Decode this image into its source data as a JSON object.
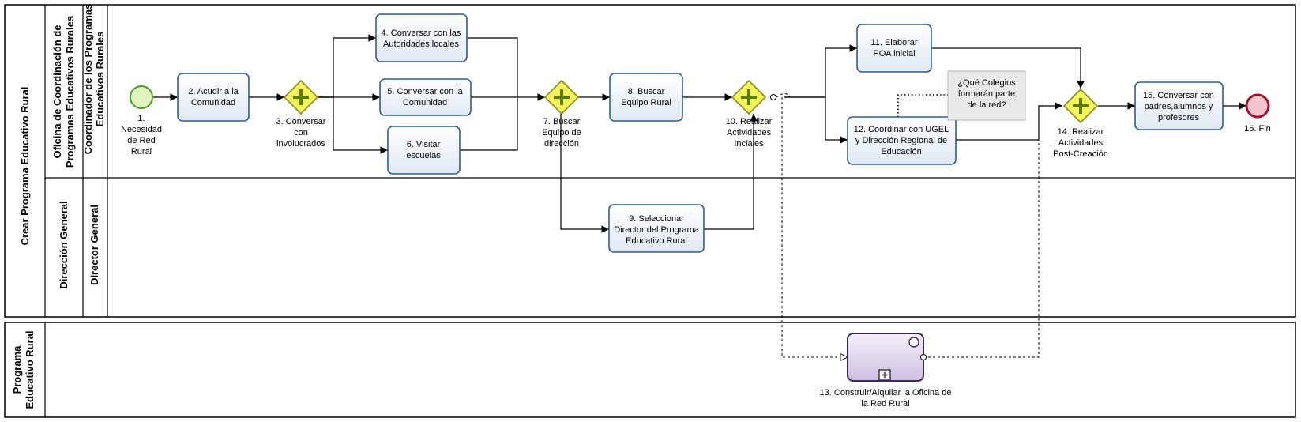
{
  "pool_main": {
    "title": "Crear Programa Educativo Rural",
    "lanes": [
      {
        "name": "Oficina de Coordinación de Programas Educativos Rurales",
        "sublane": "Coordinador  de los Programas Educativos Rurales"
      },
      {
        "name": "Dirección General",
        "sublane": "Director General"
      }
    ]
  },
  "pool_program": {
    "title_line1": "Programa",
    "title_line2": "Educativo Rural"
  },
  "nodes": {
    "start": [
      "1.",
      "Necesidad",
      "de Red",
      "Rural"
    ],
    "t2": [
      "2. Acudir a la",
      "Comunidad"
    ],
    "g3": [
      "3. Conversar",
      "con",
      "involucrados"
    ],
    "t4": [
      "4. Conversar con  las",
      "Autoridades locales"
    ],
    "t5": [
      "5. Conversar con la",
      "Comunidad"
    ],
    "t6": [
      "6. Visitar",
      "escuelas"
    ],
    "g7": [
      "7. Buscar",
      "Equipo de",
      "dirección"
    ],
    "t8": [
      "8. Buscar",
      "Equipo Rural"
    ],
    "t9": [
      "9. Seleccionar",
      "Director del Programa",
      "Educativo Rural"
    ],
    "g10": [
      "10. Realizar",
      "Actividades",
      "Inciales"
    ],
    "t11": [
      "11. Elaborar",
      "POA inicial"
    ],
    "t12": [
      "12. Coordinar con UGEL",
      "y Dirección Regional de",
      "Educación"
    ],
    "annotation": [
      "¿Qué Colegios",
      "formarán parte",
      "de la red?"
    ],
    "t13": [
      "13. Construir/Alquilar la Oficina de",
      "la Red Rural"
    ],
    "g14": [
      "14. Realizar",
      "Actividades",
      "Post-Creación"
    ],
    "t15": [
      "15. Conversar con",
      "padres,alumnos y",
      "profesores"
    ],
    "end": [
      "16. Fin"
    ]
  },
  "colors": {
    "task_stroke": "#2f5e8f",
    "gateway_fill": "#f2f25a",
    "gateway_stroke": "#8a8a1e",
    "gateway_plus": "#5a7a00",
    "start_fill": "#dff5c0",
    "start_stroke": "#4f9a2a",
    "end_fill": "#f3c6cf",
    "end_stroke": "#a01628",
    "subprocess_fill": "#d9d0e6",
    "subprocess_stroke": "#3b2a55"
  },
  "icons": [
    "parallel-gateway-plus",
    "subprocess-marker",
    "intermediate-event"
  ]
}
